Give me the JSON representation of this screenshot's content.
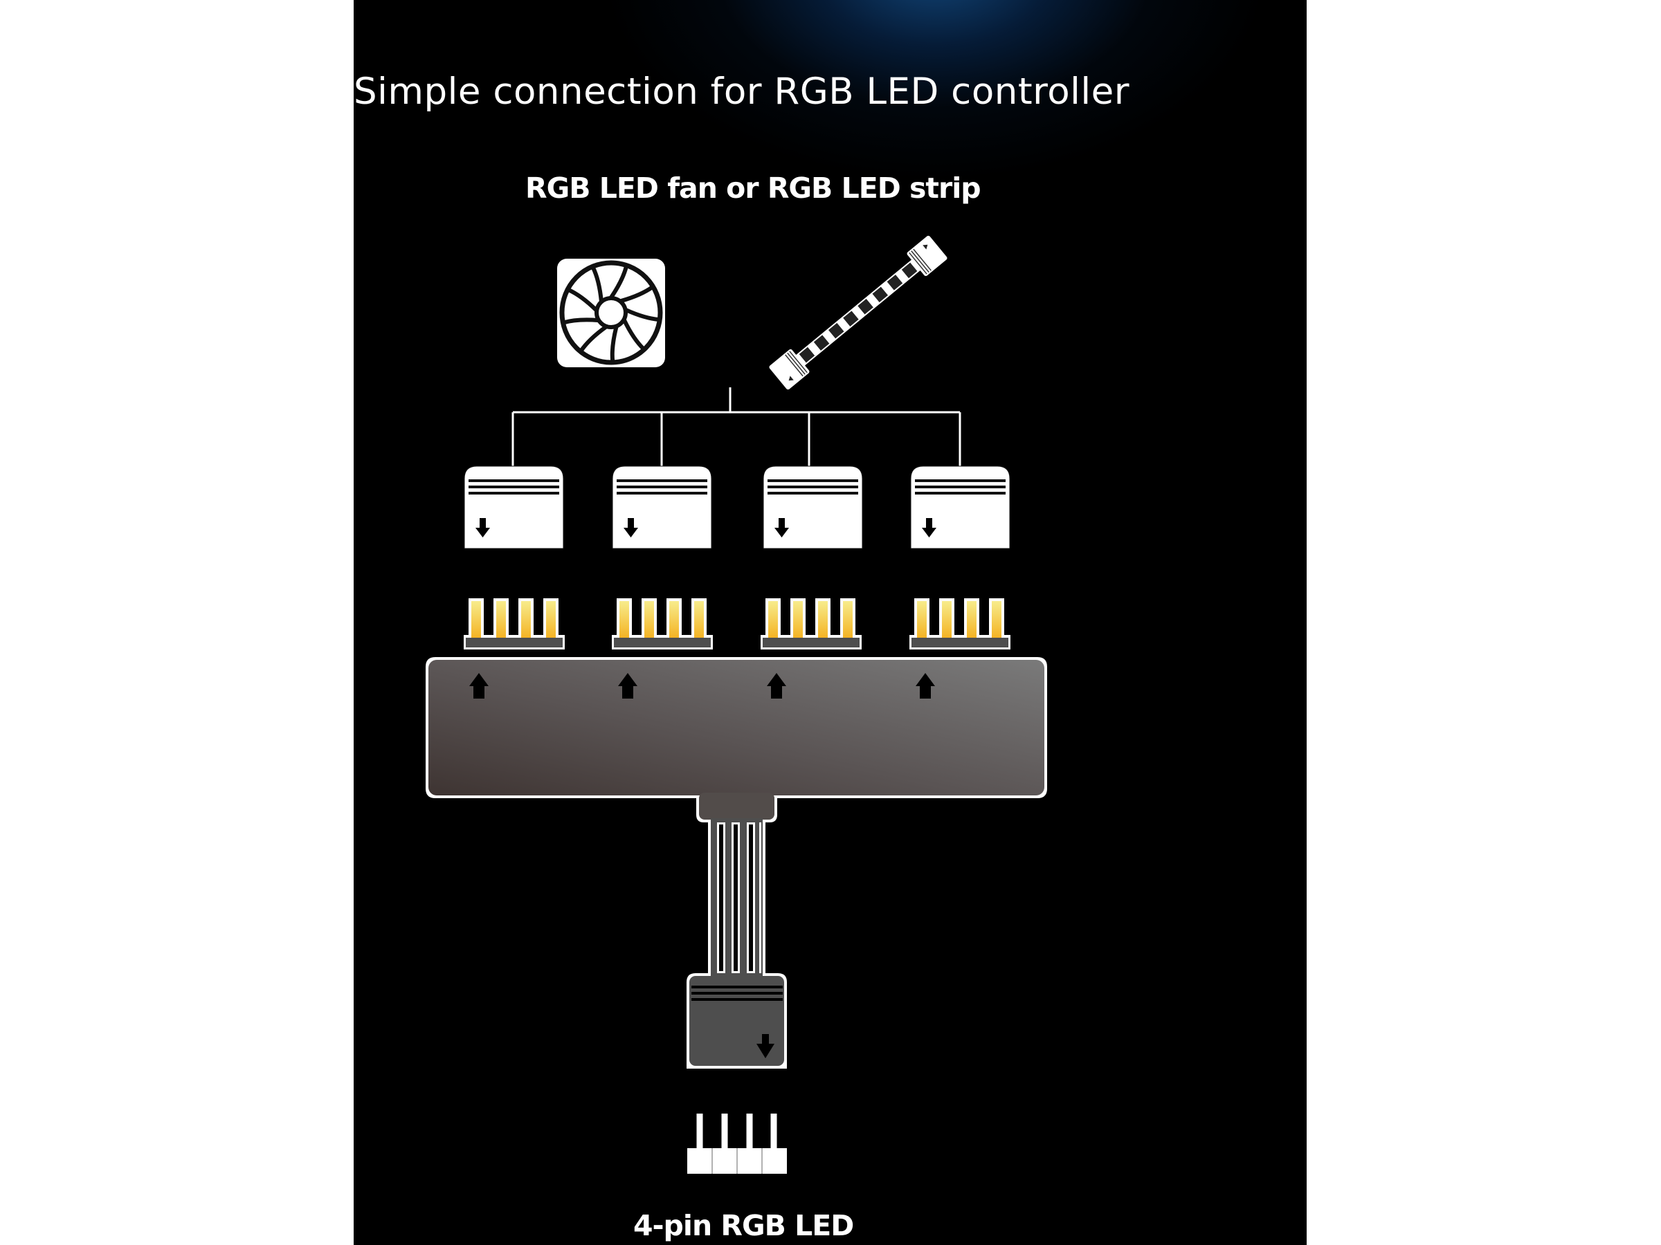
{
  "title": "Simple connection for RGB LED controller",
  "subtitle": "RGB LED fan or RGB LED strip",
  "bottom_label": "4-pin RGB LED",
  "devices": [
    {
      "name": "RGB LED fan",
      "icon": "fan-icon"
    },
    {
      "name": "RGB LED strip",
      "icon": "led-strip-icon",
      "led_count": 8
    }
  ],
  "splitter": {
    "output_ports": 4,
    "pins_per_port": 4,
    "input_pins": 4
  },
  "colors": {
    "background": "#000000",
    "glow": "#0a3a6a",
    "pin_gold_top": "#f7ec8c",
    "pin_gold_bottom": "#f4b324",
    "hub_dark": "#3e3432",
    "hub_light": "#767676",
    "connector_gray": "#4e4e4e"
  }
}
